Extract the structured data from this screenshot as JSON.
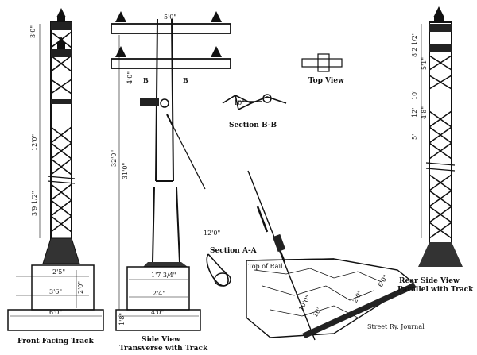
{
  "labels": {
    "top_view": "Top View",
    "section_bb": "Section B-B",
    "section_aa": "Section A-A",
    "b_left": "B",
    "b_right": "B",
    "top_of_rail": "Top of Rail",
    "front_caption": "Front Facing Track",
    "side_caption_1": "Side View",
    "side_caption_2": "Transverse with Track",
    "rear_caption_1": "Rear Side View",
    "rear_caption_2": "Parallel with Track",
    "credit": "Street Ry. Journal"
  },
  "dimensions": {
    "crossarm": "5'0\"",
    "front_top": "3'0\"",
    "front_mid": "12'0\"",
    "front_low": "3'9 1/2\"",
    "front_base_w1": "2'5\"",
    "front_base_w2": "3'6\"",
    "front_base_w3": "6'0\"",
    "front_base_h": "2'0\"",
    "side_1": "4'0\"",
    "side_2": "32'0\"",
    "side_3": "31'0\"",
    "side_base_w1": "1'7 3/4\"",
    "side_base_w2": "2'4\"",
    "side_base_w3": "4'0\"",
    "side_base_h": "1'8\"",
    "guy_span": "12'0\"",
    "section_bb_dim": "10\"",
    "rear_1": "8'2 1/2\"",
    "rear_2": "5'1\"",
    "rear_3": "10'",
    "rear_4": "12'",
    "rear_5": "4'8\"",
    "rear_6": "5'",
    "rail_1": "10'0\"",
    "rail_2": "10'",
    "rail_3": "2'0\"",
    "rail_4": "6'0\""
  }
}
